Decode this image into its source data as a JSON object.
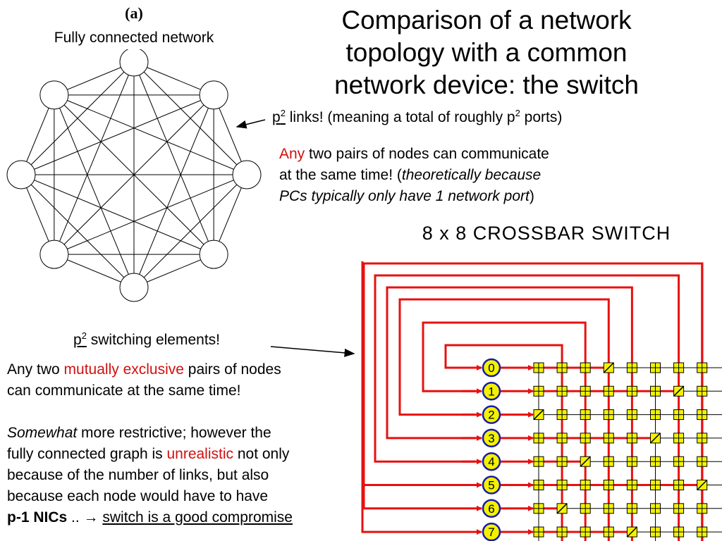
{
  "fig_a": {
    "label": "(a)",
    "caption": "Fully connected network"
  },
  "title": {
    "line1": "Comparison of a network",
    "line2": "topology with a common",
    "line3": "network device: the switch"
  },
  "links_note": {
    "p": "p",
    "exp": "2",
    "middle": " links! (meaning a total of roughly p",
    "exp2": "2",
    "end": " ports)"
  },
  "comm_note": {
    "any": "Any",
    "rest1": " two pairs of nodes can communicate",
    "rest2": "at the same time! (",
    "italic1": "theoretically because",
    "italic2": "PCs typically only have 1 network port",
    "close": ")"
  },
  "crossbar": {
    "title": "8 x 8 CROSSBAR SWITCH",
    "nodes": [
      "0",
      "1",
      "2",
      "3",
      "4",
      "5",
      "6",
      "7"
    ],
    "active": [
      [
        0,
        3
      ],
      [
        1,
        6
      ],
      [
        2,
        0
      ],
      [
        3,
        5
      ],
      [
        4,
        2
      ],
      [
        5,
        7
      ],
      [
        6,
        1
      ],
      [
        7,
        4
      ]
    ],
    "colors": {
      "line": "#e81010",
      "element": "#f2f200",
      "node": "#f2f200",
      "node_border": "#1a1aa8",
      "grid": "#000000"
    }
  },
  "switching_note": {
    "p": "p",
    "exp": "2",
    "rest": " switching elements!"
  },
  "left_text": {
    "l1a": "Any two ",
    "l1b": "mutually exclusive",
    "l1c": " pairs of nodes",
    "l2": "can communicate at the same time!",
    "l3a": "Somewhat",
    "l3b": " more restrictive; however the",
    "l4a": "fully connected graph is ",
    "l4b": "unrealistic",
    "l4c": " not only",
    "l5": "because of the number of links, but also",
    "l6": "because each node would have to have",
    "l7a": "p-1 NICs",
    "l7b": " .. ",
    "l7c": "→",
    "l7d": " ",
    "l7e": "switch is a good compromise"
  }
}
